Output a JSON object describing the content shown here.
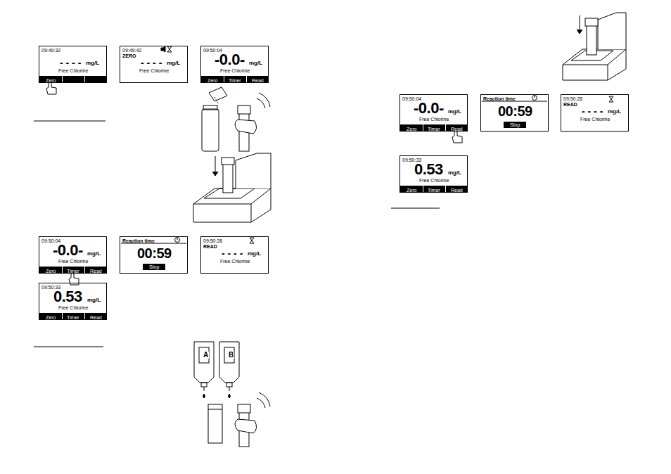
{
  "diagram": {
    "nodes": [
      {
        "text": [
          "09:49:32",
          "- - - -",
          "mg/L",
          "Free Chlorine",
          "Zero"
        ]
      },
      {
        "text": [
          "09:49:42",
          "ZERO",
          "- - - -",
          "mg/L",
          "Free Chlorine"
        ]
      },
      {
        "text": [
          "09:50:04",
          "-0.0-",
          "mg/L",
          "Free Chlorine",
          "Zero",
          "Timer",
          "Read"
        ]
      },
      {
        "text": [
          "09:50:04",
          "-0.0-",
          "mg/L",
          "Free Chlorine",
          "Zero",
          "Timer",
          "Read"
        ]
      },
      {
        "text": [
          "Reaction time",
          "00:59",
          "Stop"
        ]
      },
      {
        "text": [
          "09:50:26",
          "READ",
          "- - - -",
          "mg/L",
          "Free Chlorine"
        ]
      },
      {
        "text": [
          "09:50:33",
          "0.53",
          "mg/L",
          "Free Chlorine",
          "Zero",
          "Timer",
          "Read"
        ]
      },
      {
        "text": [
          "09:50:04",
          "-0.0-",
          "mg/L",
          "Free Chlorine",
          "Zero",
          "Timer",
          "Read"
        ]
      },
      {
        "text": [
          "Reaction time",
          "00:59",
          "Stop"
        ]
      },
      {
        "text": [
          "09:50:26",
          "READ",
          "- - - -",
          "mg/L",
          "Free Chlorine"
        ]
      },
      {
        "text": [
          "09:50:33",
          "0.53",
          "mg/L",
          "Free Chlorine",
          "Zero",
          "Timer",
          "Read"
        ]
      }
    ],
    "labels": [
      "A",
      "B"
    ]
  }
}
